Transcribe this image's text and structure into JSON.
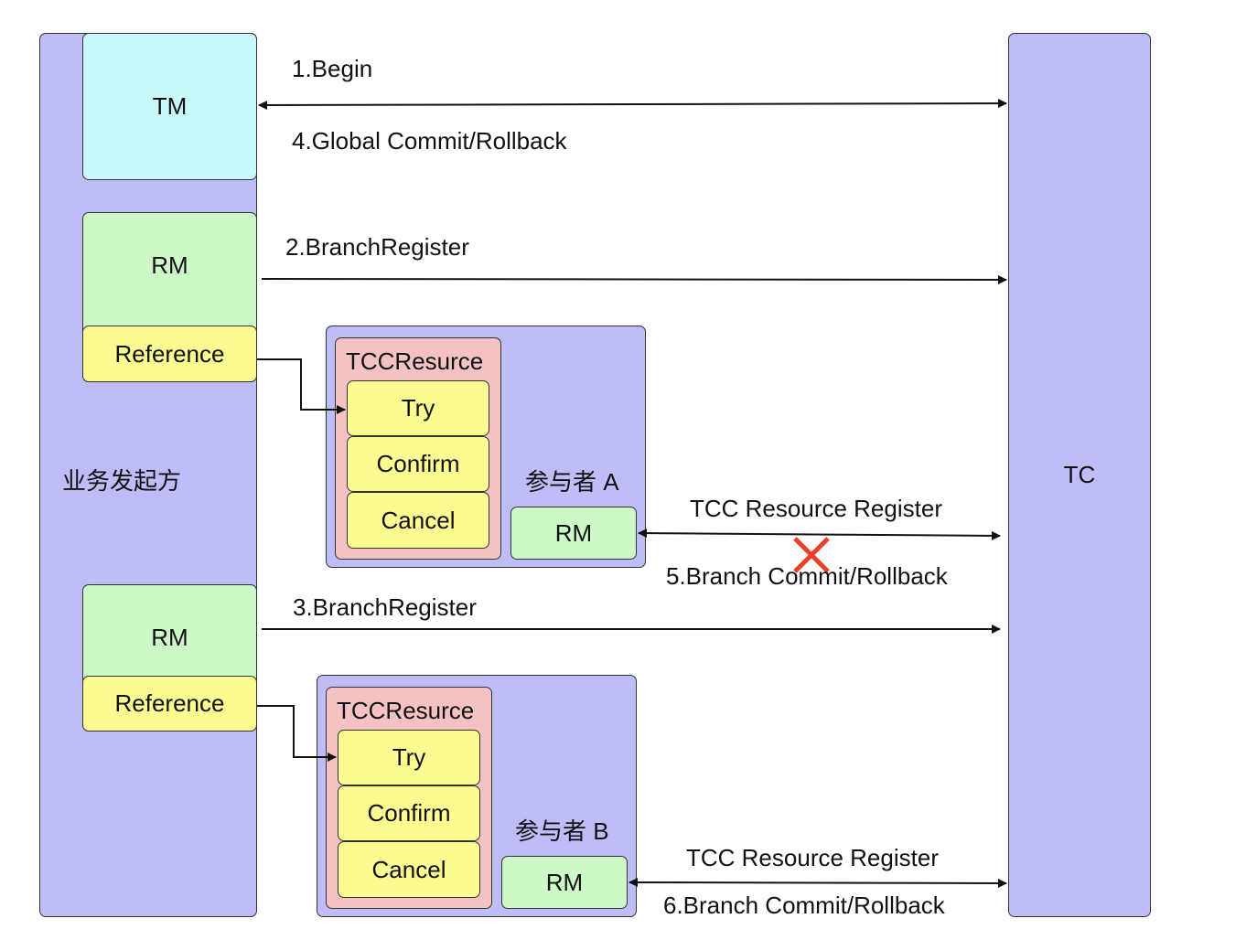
{
  "initiator": {
    "label": "业务发起方",
    "tm": "TM",
    "rm1": "RM",
    "ref1": "Reference",
    "rm2": "RM",
    "ref2": "Reference"
  },
  "tc": {
    "label": "TC"
  },
  "participant_a": {
    "label": "参与者 A",
    "resource": "TCCResurce",
    "try": "Try",
    "confirm": "Confirm",
    "cancel": "Cancel",
    "rm": "RM"
  },
  "participant_b": {
    "label": "参与者 B",
    "resource": "TCCResurce",
    "try": "Try",
    "confirm": "Confirm",
    "cancel": "Cancel",
    "rm": "RM"
  },
  "messages": {
    "begin": "1.Begin",
    "global_commit": "4.Global Commit/Rollback",
    "branch_register_1": "2.BranchRegister",
    "branch_register_2": "3.BranchRegister",
    "tcc_register_a": "TCC Resource Register",
    "branch_commit_a": "5.Branch Commit/Rollback",
    "tcc_register_b": "TCC Resource Register",
    "branch_commit_b": "6.Branch Commit/Rollback"
  },
  "colors": {
    "container": "#bfbdf8",
    "tm": "#c8fafb",
    "rm": "#cdf9c8",
    "reference": "#fbfb92",
    "resource": "#f5c2c3",
    "cross_mark": "#e8402a"
  }
}
